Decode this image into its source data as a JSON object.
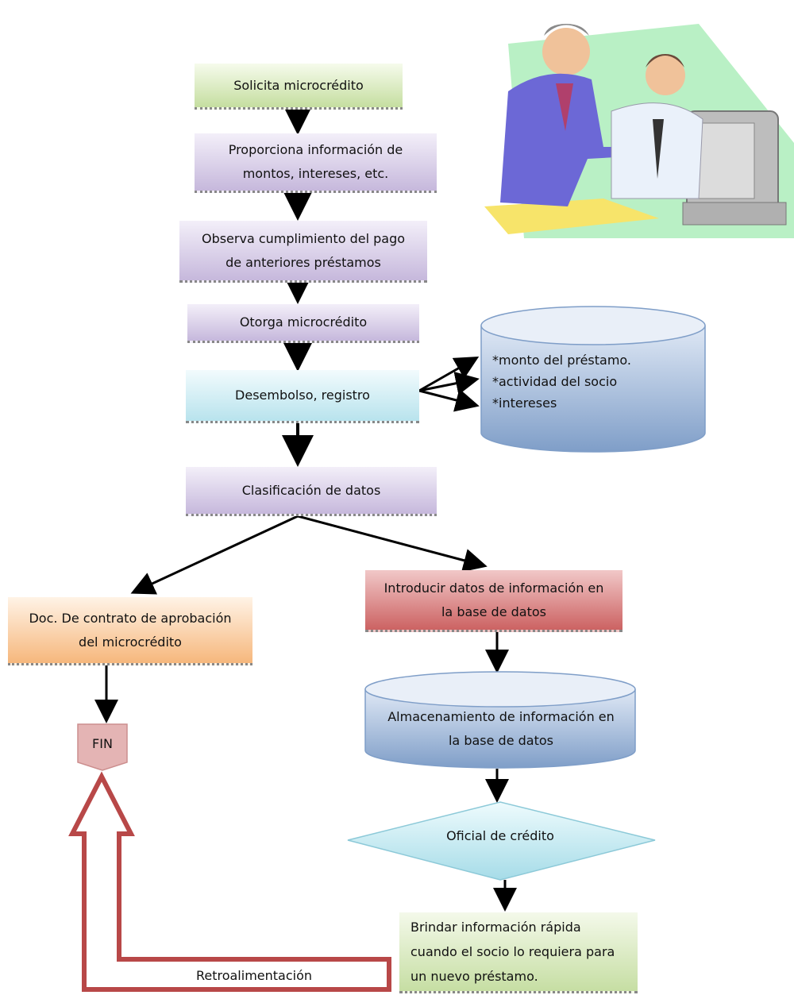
{
  "nodes": {
    "solicita": "Solicita microcrédito",
    "proporciona": "Proporciona información de\nmontos, intereses, etc.",
    "observa": "Observa cumplimiento del pago\nde anteriores préstamos",
    "otorga": "Otorga microcrédito",
    "desembolso": "Desembolso, registro",
    "clasificacion": "Clasificación de datos",
    "doc_contrato": "Doc. De contrato de aprobación\ndel microcrédito",
    "fin": "FIN",
    "introducir": "Introducir datos de información en\nla base de datos",
    "almacenamiento": "Almacenamiento de información en\nla base de datos",
    "oficial": "Oficial de crédito",
    "brindar": "Brindar información rápida\ncuando el socio lo requiera para\nun nuevo préstamo.",
    "retroalimentacion": "Retroalimentación"
  },
  "registro_db": {
    "items": [
      "*monto del préstamo.",
      "*actividad del socio",
      "*intereses"
    ]
  },
  "clipart": {
    "icon": "two-men-at-computer-clipart"
  },
  "colors": {
    "purple": "#c6b8dc",
    "green": "#c5dea0",
    "cyan": "#b8e3ed",
    "orange": "#f6b77c",
    "red": "#cc6262",
    "cylinder_blue": "#7f9ec8",
    "feedback_arrow": "#b84848"
  }
}
